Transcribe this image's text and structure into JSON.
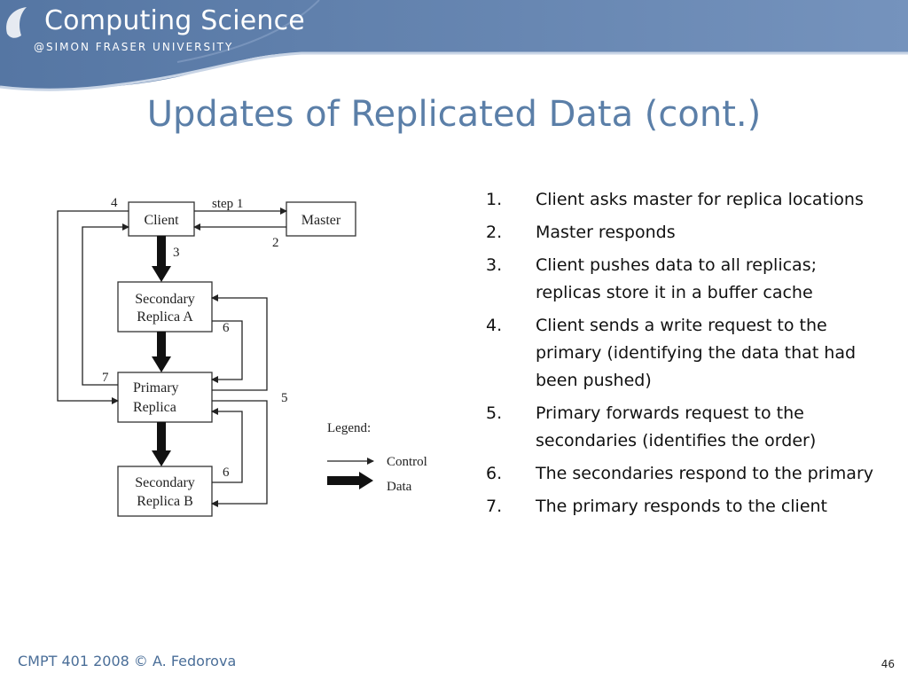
{
  "header": {
    "brand_title": "Computing Science",
    "brand_subtitle": "@SIMON FRASER UNIVERSITY"
  },
  "slide": {
    "title": "Updates of Replicated Data (cont.)"
  },
  "diagram": {
    "nodes": {
      "client": "Client",
      "master": "Master",
      "secondary_a": [
        "Secondary",
        "Replica A"
      ],
      "primary": [
        "Primary",
        "Replica"
      ],
      "secondary_b": [
        "Secondary",
        "Replica B"
      ]
    },
    "labels": {
      "step1": "step 1",
      "n2": "2",
      "n3": "3",
      "n4": "4",
      "n5": "5",
      "n6a": "6",
      "n6b": "6",
      "n7": "7"
    },
    "legend": {
      "title": "Legend:",
      "control": "Control",
      "data": "Data"
    }
  },
  "steps": [
    {
      "num": "1.",
      "text": "Client asks master for replica locations"
    },
    {
      "num": "2.",
      "text": "Master responds"
    },
    {
      "num": "3.",
      "text": "Client pushes data to all replicas; replicas store it in a buffer cache"
    },
    {
      "num": "4.",
      "text": "Client sends a write request to the primary (identifying the data that had been pushed)"
    },
    {
      "num": "5.",
      "text": "Primary forwards request to the secondaries (identifies the order)"
    },
    {
      "num": "6.",
      "text": "The secondaries respond to the primary"
    },
    {
      "num": "7.",
      "text": "The primary responds to the client"
    }
  ],
  "footer": {
    "course": "CMPT 401 2008  © A. Fedorova",
    "page_number": "46"
  },
  "colors": {
    "banner": "#6a88b4",
    "title": "#5b7fa8"
  }
}
